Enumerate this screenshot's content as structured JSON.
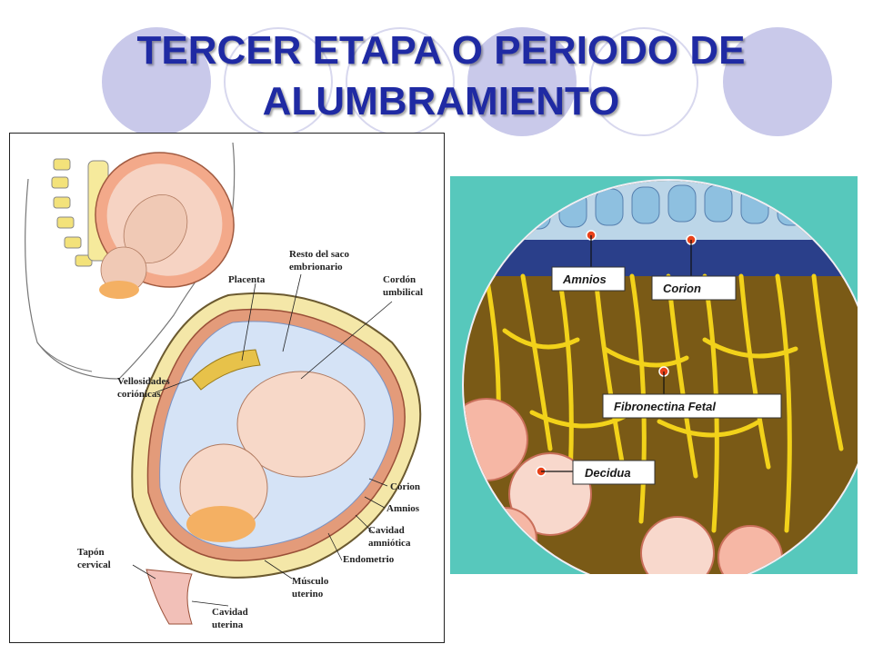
{
  "slide": {
    "title_line1": "TERCER  ETAPA O PERIODO DE",
    "title_line2": "ALUMBRAMIENTO",
    "title_color": "#1f2aa3",
    "decoration_colors": {
      "filled_circle": "#c9c9ea",
      "ring_circle": "#d8d8ee"
    }
  },
  "left_diagram": {
    "labels": {
      "resto_saco": "Resto del saco",
      "resto_saco_2": "embrionario",
      "placenta": "Placenta",
      "cordon": "Cordón",
      "cordon_2": "umbilical",
      "vellosidades": "Vellosidades",
      "vellosidades_2": "coriónicas",
      "corion": "Corion",
      "amnios": "Amnios",
      "cavidad_amniotica": "Cavidad",
      "cavidad_amniotica_2": "amniótica",
      "endometrio": "Endometrio",
      "tapon": "Tapón",
      "tapon_2": "cervical",
      "musculo": "Músculo",
      "musculo_2": "uterino",
      "cavidad_uterina": "Cavidad",
      "cavidad_uterina_2": "uterina"
    }
  },
  "right_diagram": {
    "labels": {
      "amnios": "Amnios",
      "corion": "Corion",
      "fibronectina": "Fibronectina  Fetal",
      "decidua": "Decidua"
    },
    "colors": {
      "background": "#57c8bc",
      "fibers": "#f2d21a",
      "marker": "#e8421a"
    }
  }
}
